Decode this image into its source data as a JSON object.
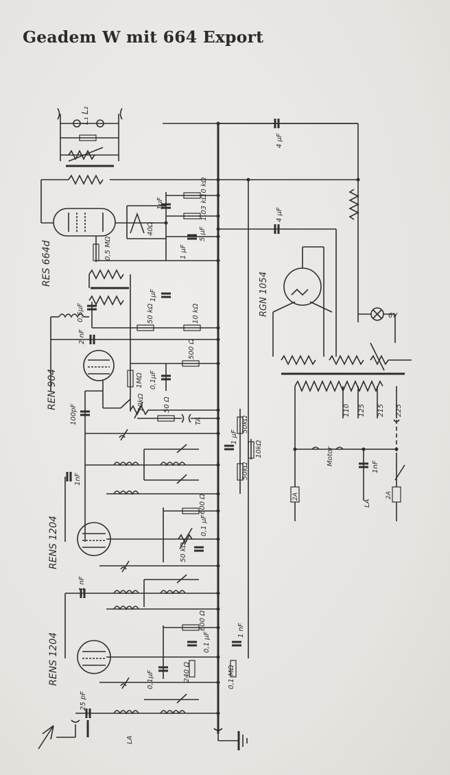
{
  "document": {
    "title": "Geadem W mit 664 Export"
  },
  "tubes": {
    "power": "RES 664d",
    "detector": "REN 904",
    "rf2": "RENS 1204",
    "rf1": "RENS 1204",
    "rectifier": "RGN 1054"
  },
  "labels": {
    "l1l2": "L₁  L₂",
    "r50ohm": "50\nΩ",
    "r10k_top": "10\nkΩ",
    "r103k": "1,03\nkΩ",
    "r40ohm": "40Ω",
    "c1uf_a": "1μF",
    "c5uf": "5\nμF",
    "c1uf_b": "1\nμF",
    "r05m": "0,5\nMΩ",
    "c4uf_a": "4\nμF",
    "c4uf_b": "4\nμF",
    "c05uf": "0,5μF",
    "c2nf": "2\nnF",
    "r50k": "50\nkΩ",
    "r10k_mid": "10\nkΩ",
    "c1uf_c": "1μF",
    "r500": "500\nΩ",
    "r1m": "1MΩ",
    "c01uf_a": "0,1μF",
    "p10k": "10kΩ",
    "r50_b": "50\nΩ",
    "ta": "TA",
    "c100pf": "100pF",
    "r50k_a": "50kΩ",
    "r10k_b": "10kΩ",
    "r50k_b": "50kΩ",
    "c1uf_d": "1\nμF",
    "c1nf_a": "1nF",
    "r600_a": "600\nΩ",
    "c01uf_b": "0,1\nμF",
    "p50k": "50\nkΩ",
    "c1nf_b": "1\nnF",
    "r600_b": "600\nΩ",
    "c01uf_c": "0,1\nμF",
    "c1nf_c": "1\nnF",
    "c01uf_d": "0,1μF",
    "r240": "240\nΩ",
    "r01m": "0,1\nMΩ",
    "c25pf": "25\npF",
    "la_left": "LA",
    "lamp": "6V",
    "tap110": "110",
    "tap125": "125",
    "tap215": "215",
    "tap225": "225",
    "motor": "Motor",
    "c1nf_mains": "1nF",
    "la_mains": "LA",
    "fuse_a": "2A",
    "fuse_b": "2A"
  }
}
